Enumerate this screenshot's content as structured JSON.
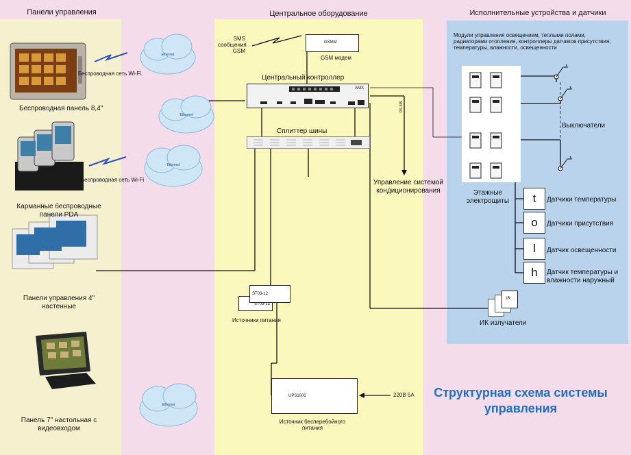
{
  "headers": {
    "control_panels": "Панели управления",
    "central_equipment": "Центральное оборудование",
    "actuators_sensors": "Исполнительные устройства и датчики"
  },
  "devices": {
    "wireless_panel": "Беспроводная панель 8,4\"",
    "pda": "Карманные беспроводные панели PDA",
    "wall_panels": "Панели управления 4\" настенные",
    "desk_panel": "Панель 7\" настольная с видеовходом",
    "wifi_1": "Беспроводная сеть Wi-Fi",
    "wifi_2": "Беспроводная сеть Wi-Fi"
  },
  "clouds": [
    "Ethernet",
    "Ethernet",
    "Ethernet",
    "Ethernet"
  ],
  "central": {
    "sms": "SMS сообщения GSM",
    "gsm_box": "GSMM",
    "gsm_modem": "GSM модем",
    "controller": "Центральный контроллер",
    "controller_badge": "AMX",
    "splitter": "Сплиттер шины",
    "rs485": "RS-485",
    "ac_control": "Управление системой кондиционирования",
    "psu_box_a": "ST03-12",
    "psu_box_b": "ST03-12",
    "psu": "Источники питания",
    "ups_box": "UPS1000",
    "ups": "Источник бесперебойного питания",
    "mains": "220В 5А"
  },
  "actuators": {
    "modules": "Модули управления освещением, теплыми полами, радиаторами отопления, контроллеры датчиков присутствия, температуры, влажности, освещенности",
    "switches": "Выключатели",
    "floor_panels": "Этажные электрощиты",
    "ir_box": "IR",
    "ir": "ИК излучатели"
  },
  "sensors": [
    {
      "symbol": "t",
      "label": "Датчики температуры"
    },
    {
      "symbol": "o",
      "label": "Датчики присутствия"
    },
    {
      "symbol": "l",
      "label": "Датчик освещенности"
    },
    {
      "symbol": "h",
      "label": "Датчик температуры и влажности наружный"
    }
  ],
  "title": "Структурная схема системы управления",
  "colors": {
    "pink_bg": "#f4dcea",
    "beige_panel": "#f5f1cf",
    "yellow_panel": "#fbf8bd",
    "blue_panel": "#b9d3ec",
    "title_blue": "#1f6fc0",
    "cloud_blue": "#cfe6f7"
  }
}
